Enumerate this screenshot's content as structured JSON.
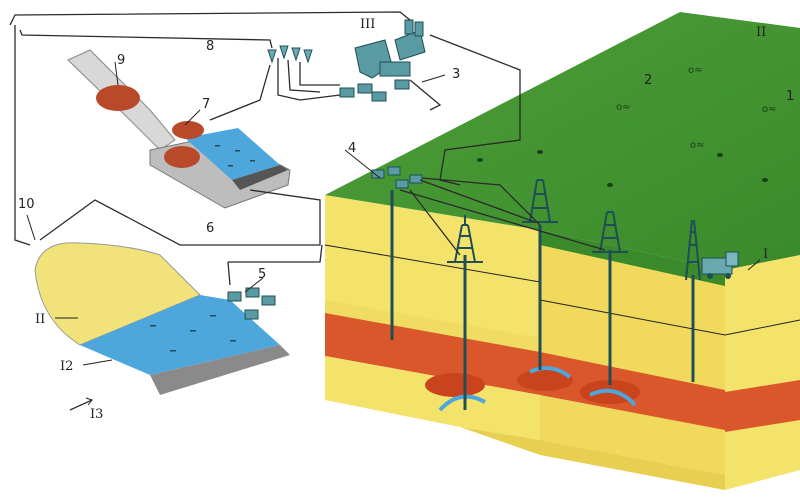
{
  "colors": {
    "grass": "#3f8f2f",
    "sand": "#f3e36a",
    "clay": "#d9572b",
    "water": "#4da6dc",
    "equipment": "#4a8a90",
    "ore": "#b84a2a",
    "concrete": "#cfcfcf"
  },
  "labels": {
    "l1": "1",
    "l2": "2",
    "l3": "3",
    "l4": "4",
    "l5": "5",
    "l6": "6",
    "l7": "7",
    "l8": "8",
    "l9": "9",
    "l10": "10",
    "lI": "I",
    "lII_top": "II",
    "lIII": "III",
    "lII_left": "II",
    "l12": "I2",
    "l13": "I3"
  }
}
